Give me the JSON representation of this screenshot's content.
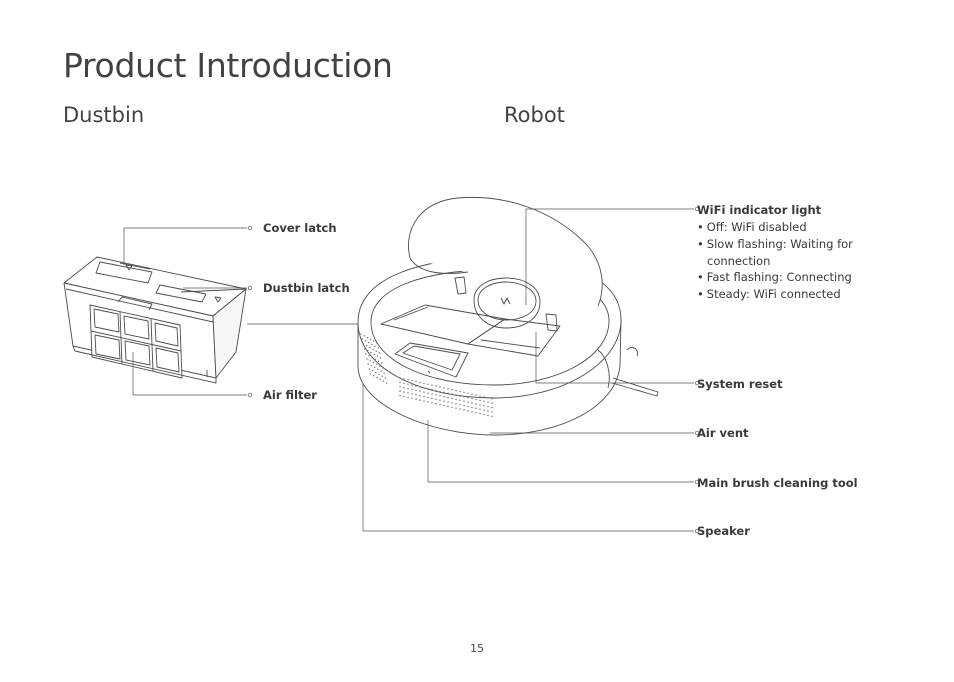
{
  "page": {
    "title": "Product Introduction",
    "page_number": "15"
  },
  "dustbin": {
    "heading": "Dustbin",
    "labels": {
      "cover_latch": "Cover latch",
      "dustbin_latch": "Dustbin latch",
      "air_filter": "Air filter"
    }
  },
  "robot": {
    "heading": "Robot",
    "labels": {
      "wifi_indicator": "WiFi indicator light",
      "system_reset": "System reset",
      "air_vent": "Air vent",
      "main_brush_tool": "Main brush cleaning tool",
      "speaker": "Speaker"
    },
    "wifi_states": [
      {
        "bullet": "•",
        "text": "Off: WiFi disabled"
      },
      {
        "bullet": "•",
        "text": "Slow flashing: Waiting for",
        "continuation": "connection"
      },
      {
        "bullet": "•",
        "text": "Fast flashing: Connecting"
      },
      {
        "bullet": "•",
        "text": "Steady: WiFi connected"
      }
    ]
  }
}
